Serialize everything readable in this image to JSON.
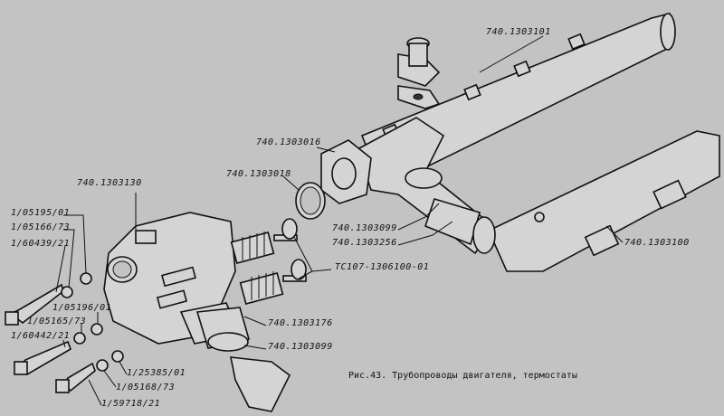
{
  "figure": {
    "caption": "Рис.43. Трубопроводы двигателя, термостаты",
    "labels": {
      "manifold_left": "740.1303101",
      "gasket_flange": "740.1303016",
      "seal_ring": "740.1303018",
      "thermostat_housing": "740.1303130",
      "bolt1_washer_a": "1/05195/01",
      "bolt1_washer_b": "1/05166/73",
      "bolt1": "1/60439/21",
      "pipe_sleeve": "740.1303099",
      "pipe_clamp": "740.1303256",
      "manifold_right": "740.1303100",
      "thermostats": "ТС107-1306100-01",
      "outlet_pipe": "740.1303176",
      "outlet_sleeve": "740.1303099",
      "bolt2_washer_a": "1/05196/01",
      "bolt2_washer_b": "1/05165/73",
      "bolt2": "1/60442/21",
      "bolt3_washer_a": "1/25385/01",
      "bolt3_washer_b": "1/05168/73",
      "bolt3": "1/59718/21"
    }
  }
}
